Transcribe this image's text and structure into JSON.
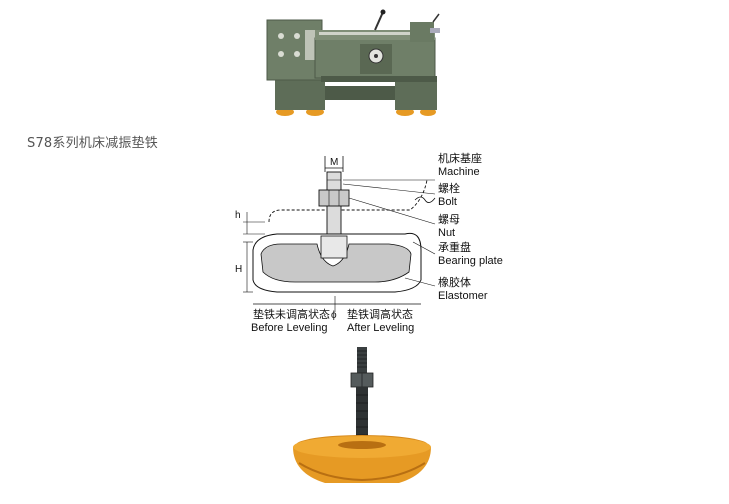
{
  "caption": "S78系列机床减振垫铁",
  "diagram": {
    "dims": {
      "m": "M",
      "h_small": "h",
      "h_large": "H",
      "phi": "ϕ"
    },
    "callouts": [
      {
        "cn": "机床基座",
        "en": "Machine"
      },
      {
        "cn": "螺栓",
        "en": "Bolt"
      },
      {
        "cn": "螺母",
        "en": "Nut"
      },
      {
        "cn": "承重盘",
        "en": "Bearing plate"
      },
      {
        "cn": "橡胶体",
        "en": "Elastomer"
      }
    ],
    "states": [
      {
        "cn": "垫铁未调高状态",
        "en": "Before Leveling"
      },
      {
        "cn": "垫铁调高状态",
        "en": "After Leveling"
      }
    ]
  },
  "colors": {
    "machine_body": "#6f7f68",
    "machine_dark": "#4d5a48",
    "mount_orange": "#e69a24",
    "mount_shadow": "#b86f12",
    "bolt_dark": "#2e3233",
    "diagram_fill": "#c8c8c8"
  }
}
